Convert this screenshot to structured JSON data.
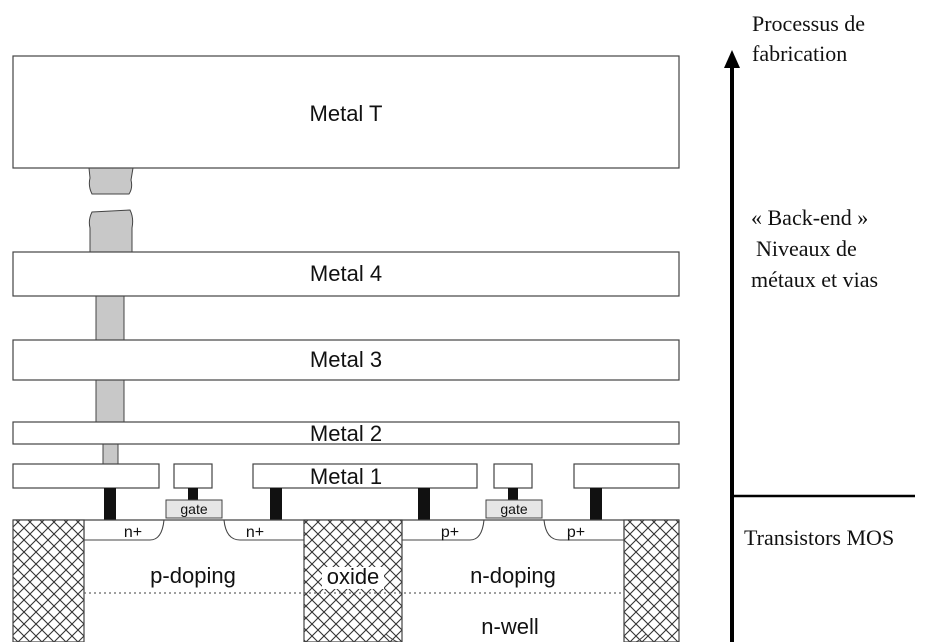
{
  "metals": {
    "metal_t": "Metal T",
    "metal_4": "Metal 4",
    "metal_3": "Metal 3",
    "metal_2": "Metal 2",
    "metal_1": "Metal 1"
  },
  "gates": {
    "left": "gate",
    "right": "gate"
  },
  "regions": {
    "n_plus_left": "n+",
    "n_plus_right": "n+",
    "p_plus_left": "p+",
    "p_plus_right": "p+",
    "p_doping": "p-doping",
    "oxide": "oxide",
    "n_doping": "n-doping",
    "n_well": "n-well"
  },
  "side_labels": {
    "process_line1": "Processus de",
    "process_line2": "fabrication",
    "backend_line1": "« Back-end »",
    "backend_line2": "Niveaux de",
    "backend_line3": "métaux et vias",
    "transistors": "Transistors MOS"
  }
}
